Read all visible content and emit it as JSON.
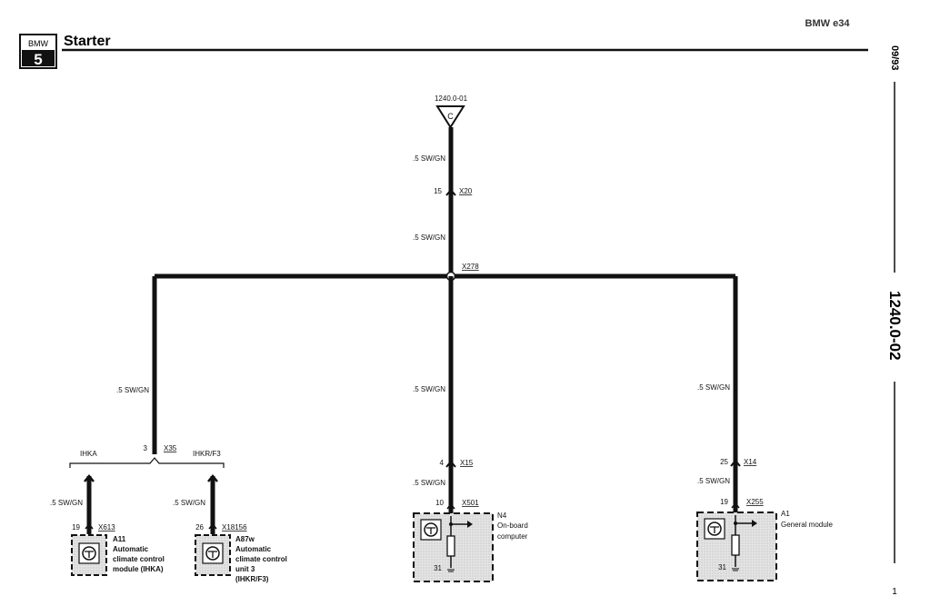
{
  "header": {
    "logo_top": "BMW",
    "logo_bottom": "5",
    "title": "Starter",
    "model": "BMW e34",
    "date": "09/93",
    "doc_number": "1240.0-02",
    "page_mark": "1"
  },
  "source": {
    "ref": "1240.0-01",
    "letter": "C",
    "wire_top": ".5 SW/GN",
    "pin_x20": "15",
    "conn_x20": "X20",
    "wire_mid": ".5 SW/GN",
    "splice": "X278"
  },
  "left_branch": {
    "wire": ".5 SW/GN",
    "pin": "3",
    "conn": "X35",
    "variant_a": "IHKA",
    "variant_b": "IHKR/F3"
  },
  "modules": {
    "a11": {
      "wire": ".5 SW/GN",
      "pin": "19",
      "conn": "X613",
      "id": "A11",
      "line1": "Automatic",
      "line2": "climate control",
      "line3": "module (IHKA)"
    },
    "a87w": {
      "wire": ".5 SW/GN",
      "pin": "26",
      "conn": "X18156",
      "id": "A87w",
      "line1": "Automatic",
      "line2": "climate control",
      "line3": "unit 3",
      "line4": "(IHKR/F3)"
    },
    "n4": {
      "wire_top": ".5 SW/GN",
      "pin_x15": "4",
      "conn_x15": "X15",
      "wire_bottom": ".5 SW/GN",
      "pin": "10",
      "conn": "X501",
      "id": "N4",
      "line1": "On-board",
      "line2": "computer",
      "ground": "31"
    },
    "a1": {
      "wire_top": ".5 SW/GN",
      "pin_x14": "25",
      "conn_x14": "X14",
      "wire_bottom": ".5 SW/GN",
      "pin": "19",
      "conn": "X255",
      "id": "A1",
      "line1": "General module",
      "ground": "31"
    }
  }
}
